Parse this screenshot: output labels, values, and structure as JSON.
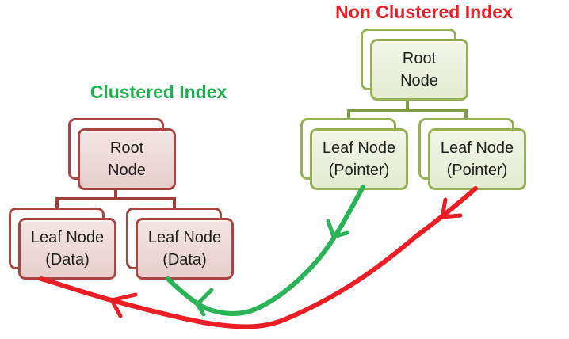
{
  "diagram": {
    "clustered": {
      "title": "Clustered Index",
      "nodes": {
        "root": {
          "line1": "Root",
          "line2": "Node"
        },
        "leaf_left": {
          "line1": "Leaf Node",
          "line2": "(Data)"
        },
        "leaf_right": {
          "line1": "Leaf Node",
          "line2": "(Data)"
        }
      }
    },
    "non_clustered": {
      "title": "Non Clustered Index",
      "nodes": {
        "root": {
          "line1": "Root",
          "line2": "Node"
        },
        "leaf_left": {
          "line1": "Leaf Node",
          "line2": "(Pointer)"
        },
        "leaf_right": {
          "line1": "Leaf Node",
          "line2": "(Pointer)"
        }
      }
    },
    "colors": {
      "clustered_title": "#1DB150",
      "non_clustered_title": "#EC1C24",
      "red_box_border": "#A8453F",
      "red_box_fill": "#EED9D8",
      "red_tree_connector": "#A03E3A",
      "green_box_border": "#94B155",
      "green_box_fill": "#EAF0DB",
      "green_tree_connector": "#7F9D44",
      "arrow_green": "#29B457",
      "arrow_red": "#EB1D25",
      "node_text": "#1F1F1F"
    }
  }
}
